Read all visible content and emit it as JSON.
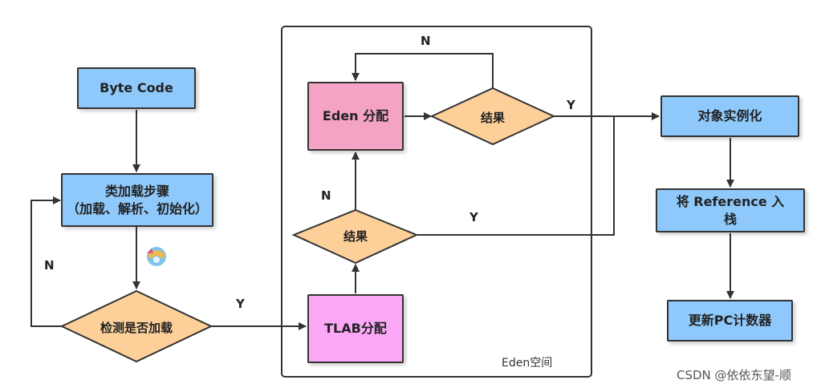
{
  "nodes": {
    "bytecode": "Byte Code",
    "classload_line1": "类加载步骤",
    "classload_line2": "（加载、解析、初始化）",
    "check_loaded": "检测是否加载",
    "tlab_alloc": "TLAB分配",
    "eden_alloc": "Eden 分配",
    "result_top": "结果",
    "result_bottom": "结果",
    "instantiate": "对象实例化",
    "push_ref_line1": "将 Reference 入",
    "push_ref_line2": "栈",
    "update_pc": "更新PC计数器"
  },
  "labels": {
    "n_left": "N",
    "y_check": "Y",
    "n_top": "N",
    "y_top": "Y",
    "n_middle": "N",
    "y_bottom": "Y"
  },
  "eden_space": "Eden空间",
  "watermark": "CSDN @依依东望-顺",
  "colors": {
    "box_blue": "#8fc9fb",
    "box_pink": "#f4a3c4",
    "box_magenta": "#fba8f7",
    "diamond_orange": "#fdd09a"
  }
}
